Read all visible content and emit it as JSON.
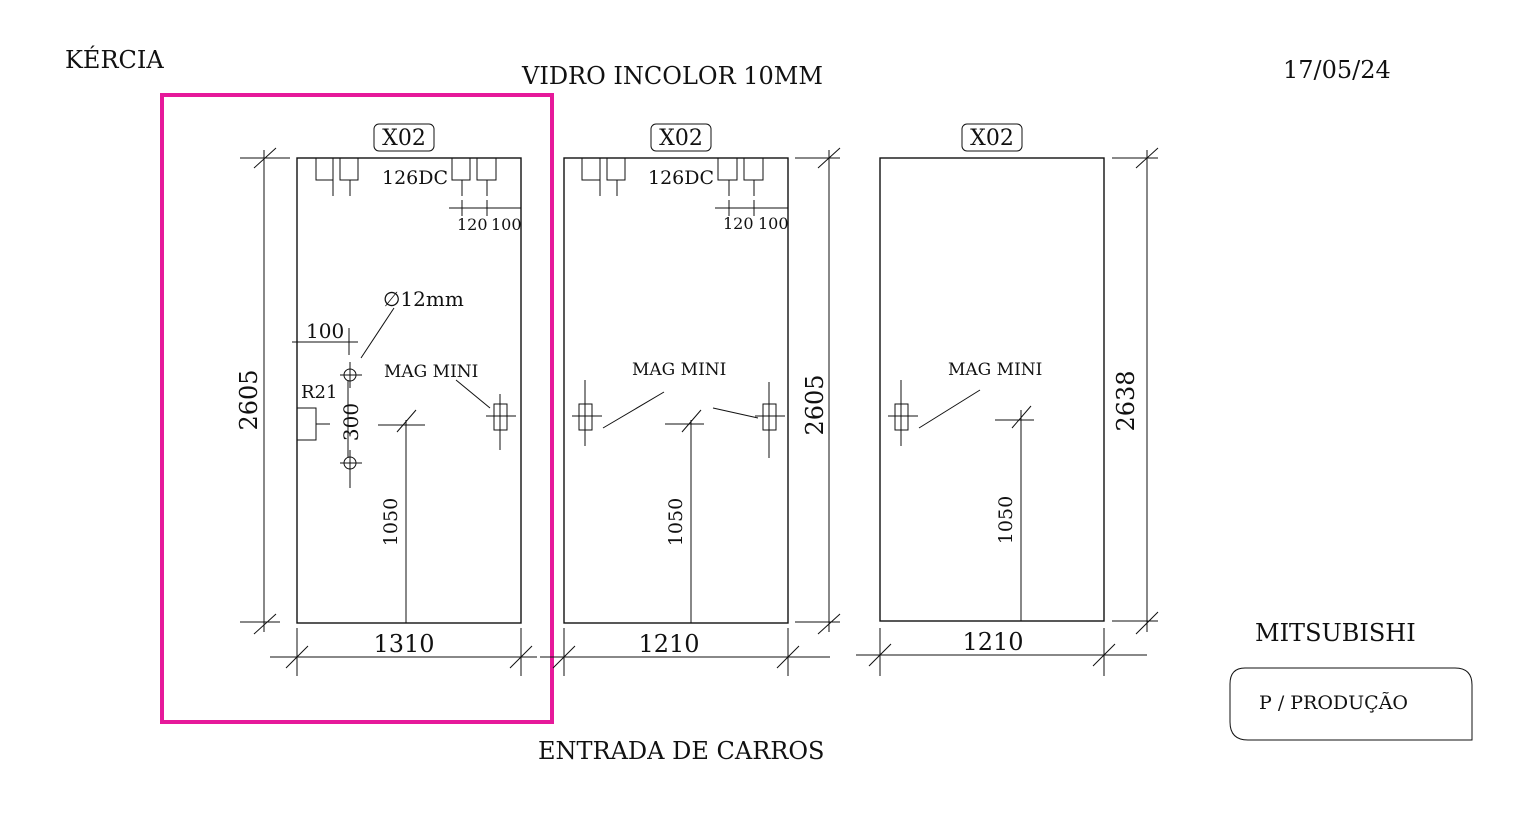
{
  "header": {
    "client": "KÉRCIA",
    "title": "VIDRO INCOLOR 10MM",
    "date": "17/05/24"
  },
  "footer": {
    "caption": "ENTRADA DE CARROS",
    "brand": "MITSUBISHI",
    "stamp": "P / PRODUÇÃO"
  },
  "panels": [
    {
      "code": "X02",
      "width": "1310",
      "height": "2605",
      "top_fitting": "126DC",
      "dim_a": "120",
      "dim_b": "100",
      "hole_label": "∅12mm",
      "offset": "100",
      "radius": "R21",
      "spacing": "300",
      "mag_label": "MAG MINI",
      "handle_height": "1050",
      "highlight_color": "#e6199a"
    },
    {
      "code": "X02",
      "width": "1210",
      "height": "2605",
      "top_fitting": "126DC",
      "dim_a": "120",
      "dim_b": "100",
      "mag_label": "MAG MINI",
      "handle_height": "1050"
    },
    {
      "code": "X02",
      "width": "1210",
      "height": "2638",
      "mag_label": "MAG MINI",
      "handle_height": "1050"
    }
  ]
}
